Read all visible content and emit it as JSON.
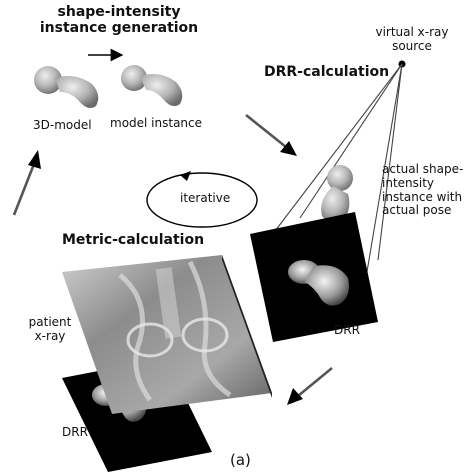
{
  "headings": {
    "generation": [
      "shape-intensity",
      "instance generation"
    ],
    "drr": "DRR-calculation",
    "metric": "Metric-calculation"
  },
  "labels": {
    "model_3d": "3D-model",
    "model_instance": "model instance",
    "source": [
      "virtual x-ray",
      "source"
    ],
    "actual_instance": [
      "actual shape-",
      "intensity",
      "instance with",
      "actual pose"
    ],
    "iterative": "iterative",
    "patient_xray": [
      "patient",
      "x-ray"
    ],
    "drr_right": "DRR",
    "drr_left": "DRR",
    "caption": "(a)"
  }
}
